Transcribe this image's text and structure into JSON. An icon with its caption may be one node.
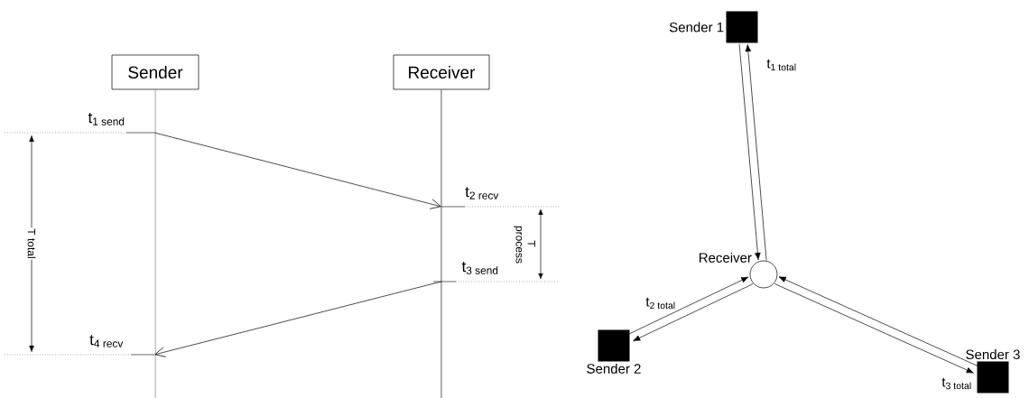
{
  "diagram": {
    "nodes": [
      {
        "text": [
          "Sender"
        ]
      },
      {
        "text": [
          "Receiver"
        ]
      },
      {
        "text": [
          "t$_{1 send}$"
        ]
      },
      {
        "text": [
          "t$_{2 recv}$"
        ]
      },
      {
        "text": [
          "t$_{3 send}$"
        ]
      },
      {
        "text": [
          "t$_{4 recv}$"
        ]
      },
      {
        "text": [
          "Sender 1"
        ]
      },
      {
        "text": [
          "Receiver"
        ]
      },
      {
        "text": [
          "Sender 2"
        ]
      },
      {
        "text": [
          "Sender 3"
        ]
      }
    ],
    "edges": [
      {
        "from": 2,
        "to": 3,
        "arrow": "to"
      },
      {
        "from": 4,
        "to": 5,
        "arrow": "to"
      },
      {
        "from": 6,
        "to": 7,
        "arrow": "to"
      },
      {
        "from": 7,
        "to": 6,
        "arrow": "to",
        "label": "t$_{1 total}$"
      },
      {
        "from": 8,
        "to": 7,
        "arrow": "to",
        "label": "t$_{2 total}$"
      },
      {
        "from": 7,
        "to": 8,
        "arrow": "to"
      },
      {
        "from": 9,
        "to": 7,
        "arrow": "to"
      },
      {
        "from": 7,
        "to": 9,
        "arrow": "to",
        "label": "t$_{3 total}$"
      },
      {
        "from": 0,
        "to": null,
        "arrow": "none"
      },
      {
        "from": 1,
        "to": null,
        "arrow": "none"
      }
    ],
    "labels": [
      "T total",
      "T process"
    ]
  }
}
